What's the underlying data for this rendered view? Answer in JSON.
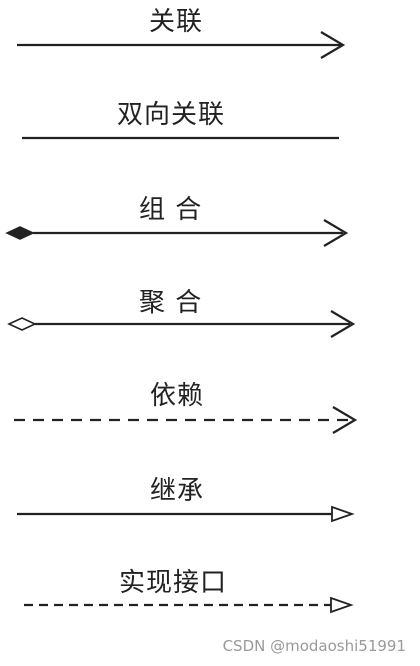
{
  "legend": {
    "association": "关联",
    "bidirectional_association": "双向关联",
    "composition": "组 合",
    "aggregation": "聚 合",
    "dependency": "依赖",
    "inheritance": "继承",
    "interface_implementation": "实现接口"
  },
  "watermark": "CSDN @modaoshi51991",
  "colors": {
    "line": "#222222",
    "text": "#222222",
    "watermark": "#9a9a9a",
    "background": "#ffffff"
  }
}
